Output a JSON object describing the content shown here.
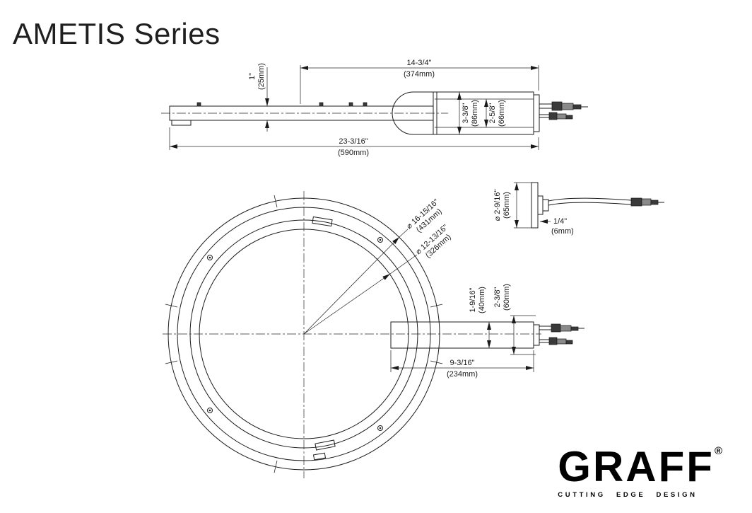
{
  "page": {
    "title": "AMETIS Series"
  },
  "logo": {
    "brand": "GRAFF",
    "registered": "®",
    "tagline": "CUTTING EDGE DESIGN"
  },
  "views": {
    "arm_top": {
      "dims": {
        "housing_length": {
          "in": "14-3/4\"",
          "mm": "(374mm)"
        },
        "arm_thickness": {
          "in": "1\"",
          "mm": "(25mm)"
        },
        "housing_height": {
          "in": "3-3/8\"",
          "mm": "(86mm)"
        },
        "housing_inner_height": {
          "in": "2-5/8\"",
          "mm": "(66mm)"
        },
        "total_length": {
          "in": "23-3/16\"",
          "mm": "(590mm)"
        }
      }
    },
    "connector": {
      "dims": {
        "plate_diameter": {
          "in": "⌀ 2-9/16\"",
          "mm": "(65mm)"
        },
        "plate_thickness": {
          "in": "1/4\"",
          "mm": "(6mm)"
        }
      }
    },
    "ring": {
      "dims": {
        "outer_diameter": {
          "in": "⌀ 16-15/16\"",
          "mm": "(431mm)"
        },
        "inner_diameter": {
          "in": "⌀ 12-13/16\"",
          "mm": "(326mm)"
        }
      }
    },
    "arm_side": {
      "dims": {
        "height": {
          "in": "1-9/16\"",
          "mm": "(40mm)"
        },
        "depth": {
          "in": "2-3/8\"",
          "mm": "(60mm)"
        },
        "length": {
          "in": "9-3/16\"",
          "mm": "(234mm)"
        }
      }
    }
  }
}
